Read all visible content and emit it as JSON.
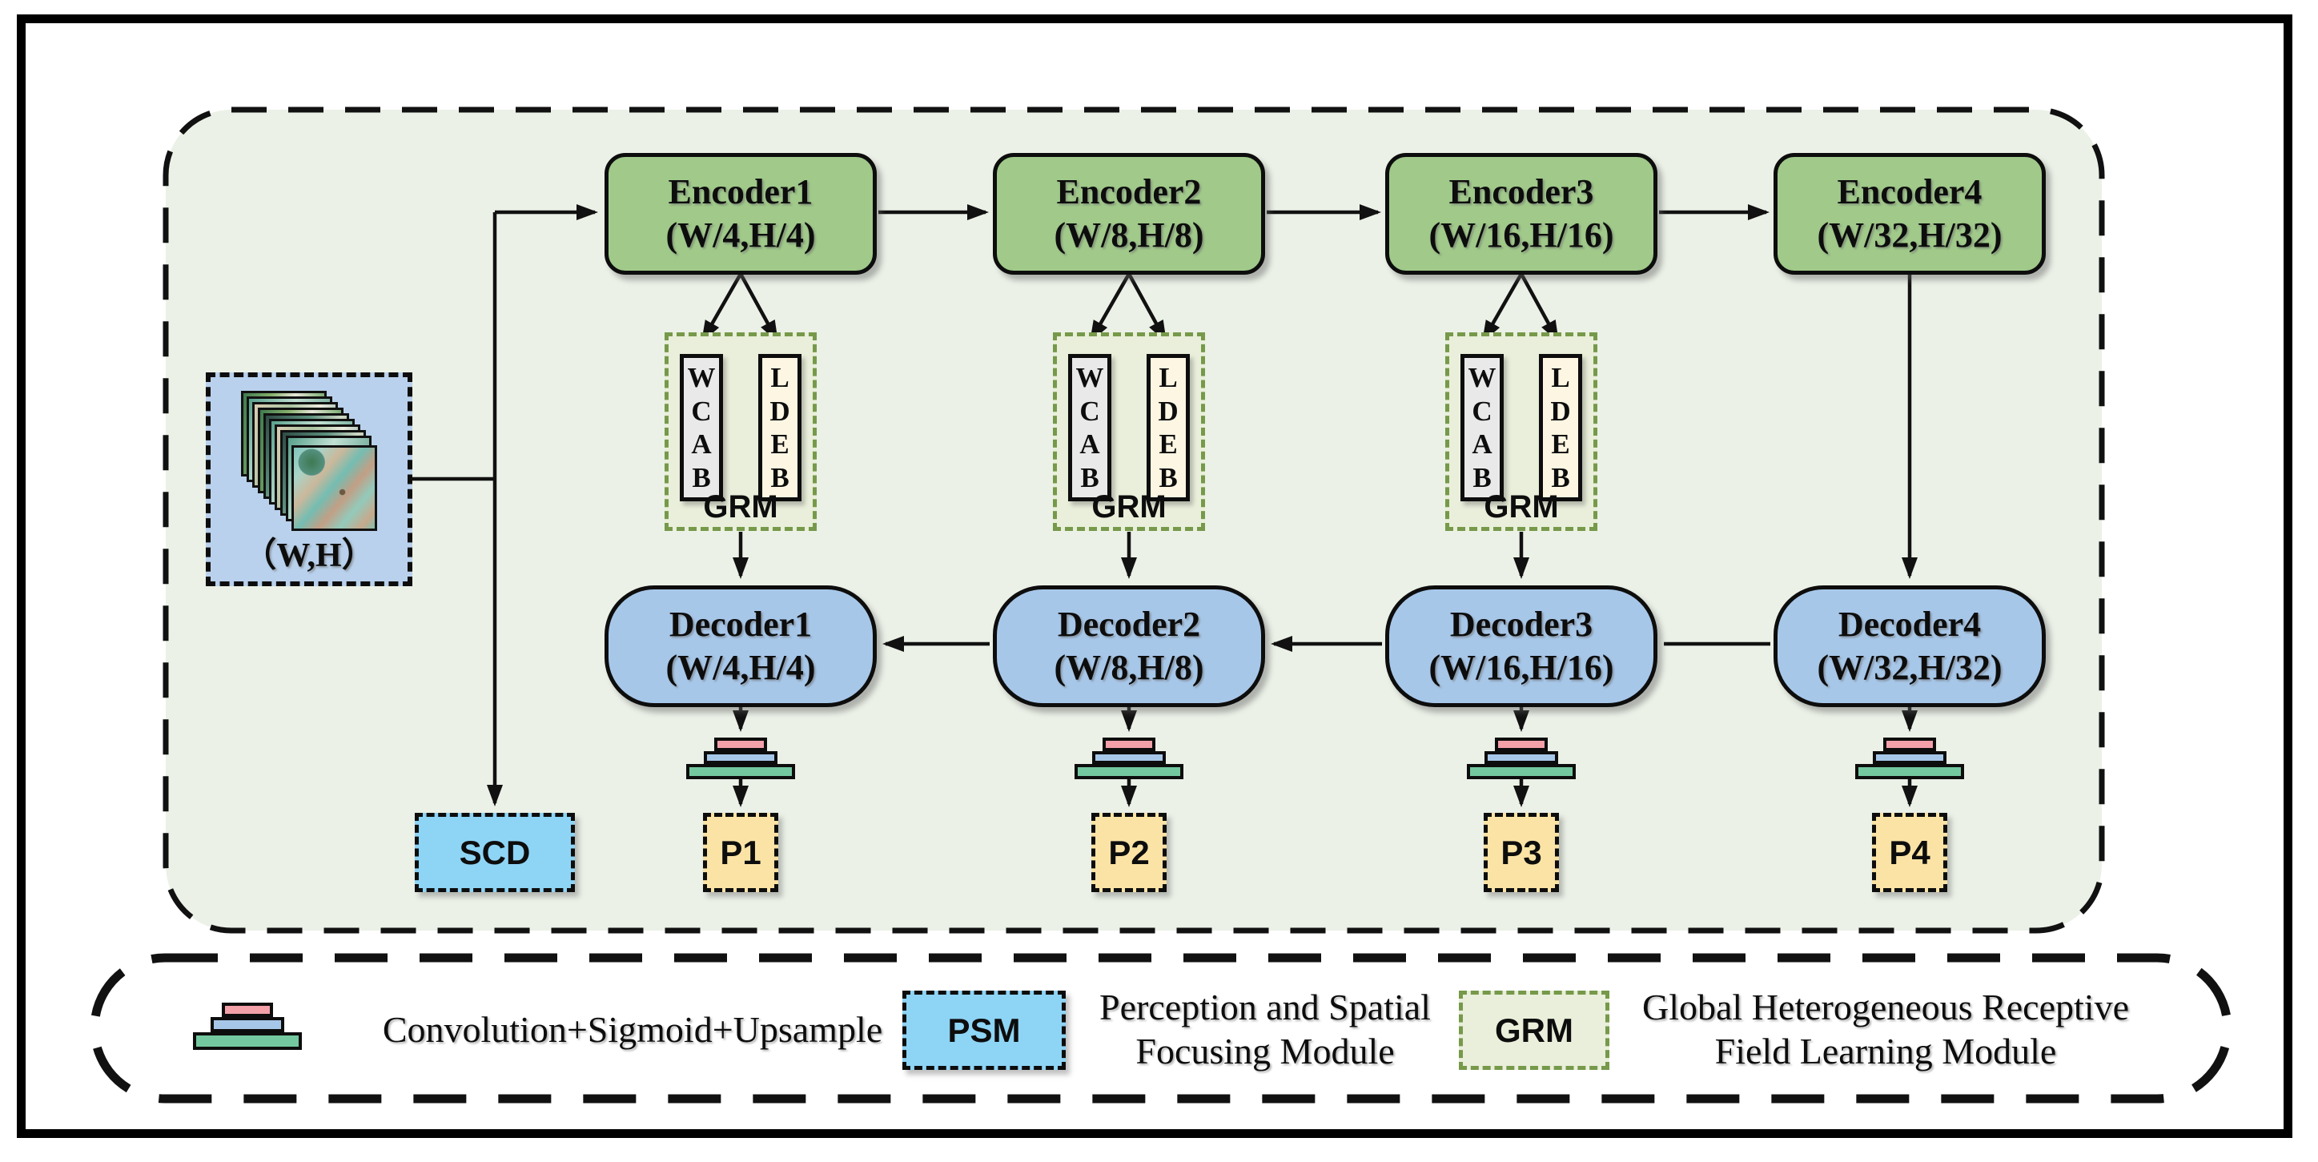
{
  "diagram": {
    "input": {
      "size_label": "（W,H）"
    },
    "scd": {
      "label": "SCD"
    },
    "columns": [
      {
        "encoder": {
          "name": "Encoder1",
          "size": "(W/4,H/4)"
        },
        "decoder": {
          "name": "Decoder1",
          "size": "(W/4,H/4)"
        },
        "output": "P1"
      },
      {
        "encoder": {
          "name": "Encoder2",
          "size": "(W/8,H/8)"
        },
        "decoder": {
          "name": "Decoder2",
          "size": "(W/8,H/8)"
        },
        "output": "P2"
      },
      {
        "encoder": {
          "name": "Encoder3",
          "size": "(W/16,H/16)"
        },
        "decoder": {
          "name": "Decoder3",
          "size": "(W/16,H/16)"
        },
        "output": "P3"
      },
      {
        "encoder": {
          "name": "Encoder4",
          "size": "(W/32,H/32)"
        },
        "decoder": {
          "name": "Decoder4",
          "size": "(W/32,H/32)"
        },
        "output": "P4"
      }
    ],
    "grm_module": {
      "label": "GRM",
      "wcab": [
        "W",
        "C",
        "A",
        "B"
      ],
      "ldeb": [
        "L",
        "D",
        "E",
        "B"
      ]
    }
  },
  "legend": {
    "upsample": {
      "label": "Convolution+Sigmoid+Upsample"
    },
    "psm": {
      "abbr": "PSM",
      "line1": "Perception and Spatial",
      "line2": "Focusing Module"
    },
    "grm": {
      "abbr": "GRM",
      "line1": "Global Heterogeneous Receptive",
      "line2": "Field Learning Module"
    }
  },
  "colors": {
    "encoder_green": "#a0c98a",
    "decoder_blue": "#a7c7e9",
    "input_blue": "#b9d1ec",
    "scd_psm_cyan": "#8ed4f5",
    "p_yellow": "#fae3a5",
    "grm_fill": "#e9efda",
    "grm_dash_green": "#76994a",
    "wcab_gray": "#e9e9e9",
    "ldeb_cream": "#fdf6e2",
    "pyramid_pink": "#f3a0a9",
    "pyramid_blue": "#a7c7e9",
    "pyramid_green": "#74c89f",
    "panel_bg": "#ebf1e7",
    "line_black": "#111111"
  }
}
